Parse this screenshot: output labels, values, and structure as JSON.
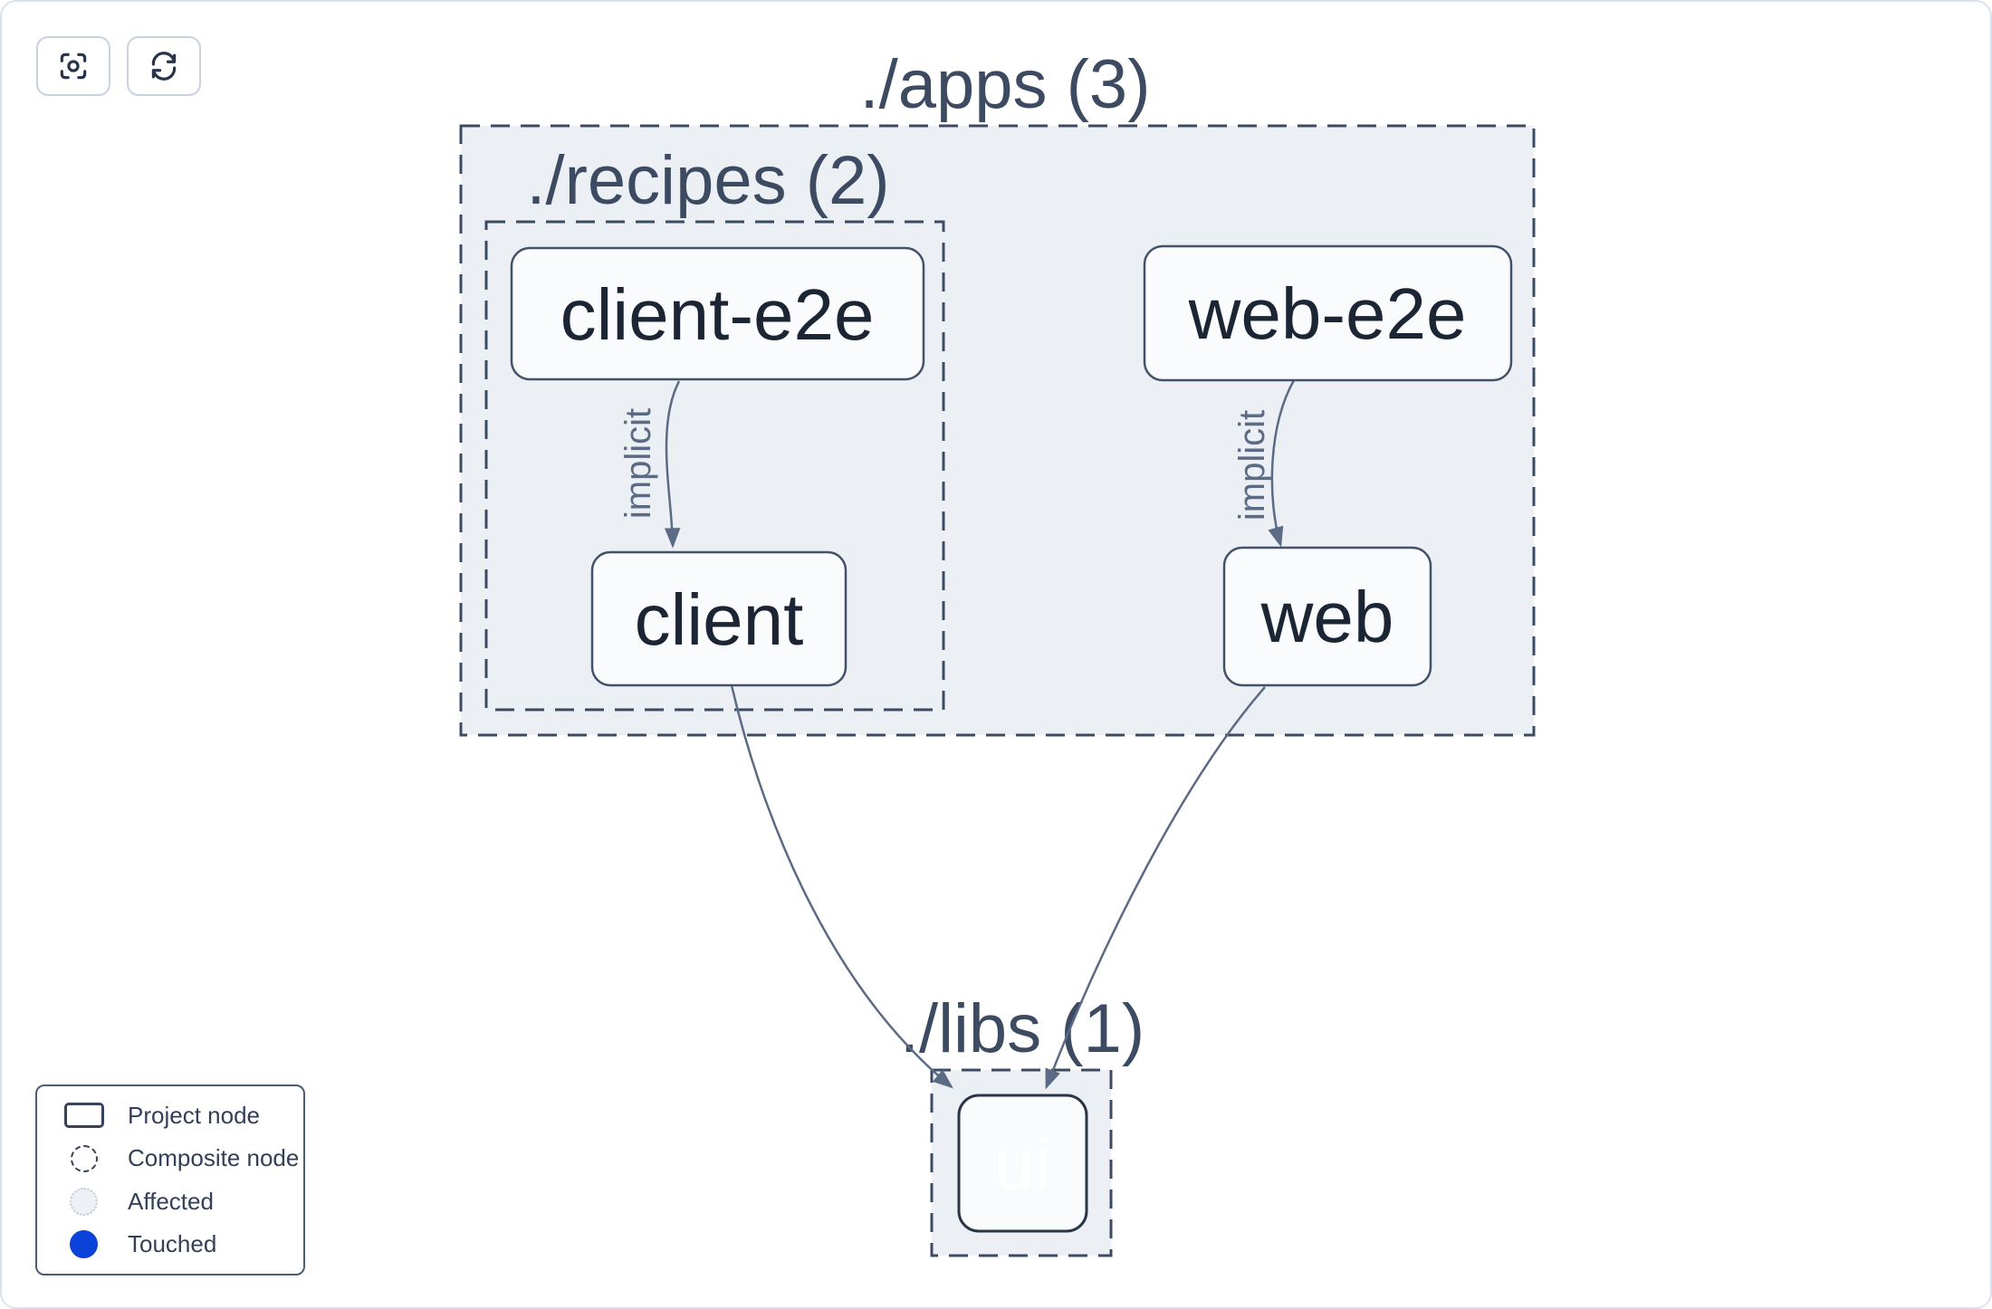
{
  "toolbar": {
    "buttons": [
      {
        "name": "center-graph",
        "icon": "crosshair-icon"
      },
      {
        "name": "refresh-graph",
        "icon": "refresh-icon"
      }
    ]
  },
  "graph": {
    "composites": [
      {
        "id": "apps",
        "label": "./apps (3)"
      },
      {
        "id": "recipes",
        "label": "./recipes (2)"
      },
      {
        "id": "libs",
        "label": "./libs (1)"
      }
    ],
    "nodes": [
      {
        "id": "client-e2e",
        "label": "client-e2e",
        "state": "normal"
      },
      {
        "id": "web-e2e",
        "label": "web-e2e",
        "state": "normal"
      },
      {
        "id": "client",
        "label": "client",
        "state": "normal"
      },
      {
        "id": "web",
        "label": "web",
        "state": "normal"
      },
      {
        "id": "ui",
        "label": "ui",
        "state": "touched"
      }
    ],
    "edges": [
      {
        "source": "client-e2e",
        "target": "client",
        "label": "implicit"
      },
      {
        "source": "web-e2e",
        "target": "web",
        "label": "implicit"
      },
      {
        "source": "client",
        "target": "ui",
        "label": ""
      },
      {
        "source": "web",
        "target": "ui",
        "label": ""
      }
    ]
  },
  "legend": {
    "items": [
      {
        "label": "Project node",
        "icon": "project-node-swatch"
      },
      {
        "label": "Composite node",
        "icon": "composite-node-swatch"
      },
      {
        "label": "Affected",
        "icon": "affected-swatch"
      },
      {
        "label": "Touched",
        "icon": "touched-swatch"
      }
    ]
  },
  "colors": {
    "touched": "#0b42d9",
    "touched_node_fill": "#1b69e4",
    "container_fill": "#ecf0f5",
    "edge": "#5b6b85",
    "node_border": "#43526a",
    "title_text": "#3d4b62"
  }
}
